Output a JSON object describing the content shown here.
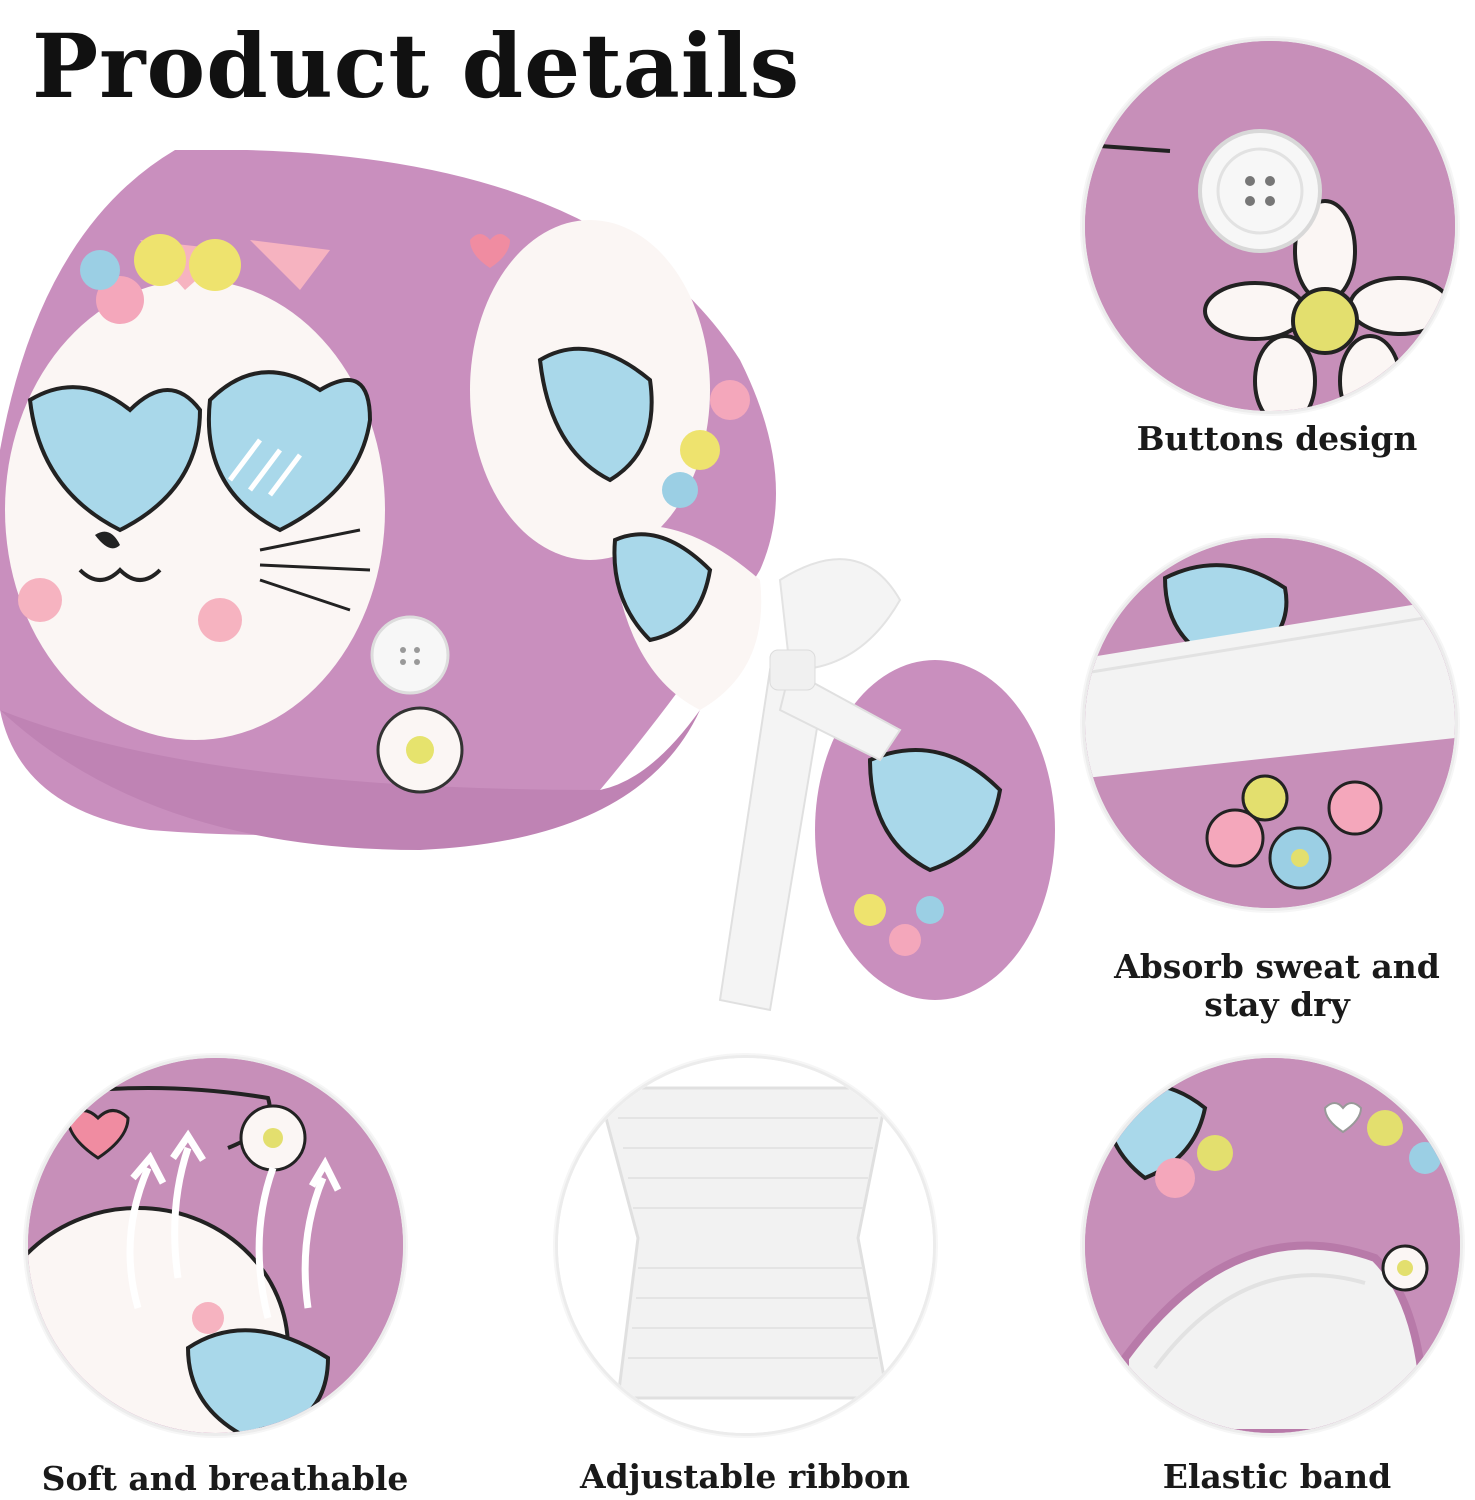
{
  "title": "Product details",
  "captions": {
    "buttons": "Buttons design",
    "absorb_line1": "Absorb sweat and",
    "absorb_line2": "stay dry",
    "soft": "Soft and breathable",
    "ribbon": "Adjustable ribbon",
    "elastic": "Elastic band"
  },
  "colors": {
    "fabric_pink": "#c98fbe",
    "glasses_blue": "#a9d8ea",
    "cat_white": "#fbf6f4",
    "ribbon_white": "#f4f4f4"
  }
}
